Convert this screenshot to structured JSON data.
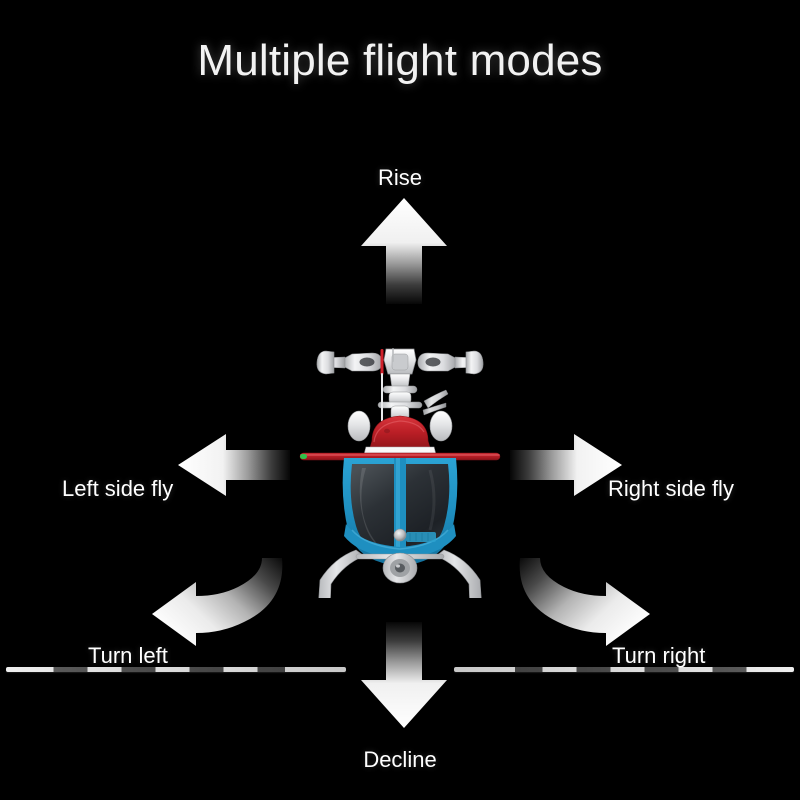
{
  "page": {
    "title": "Multiple flight modes",
    "background_color": "#000000",
    "text_color": "#ffffff"
  },
  "labels": {
    "rise": "Rise",
    "decline": "Decline",
    "left_side_fly": "Left side fly",
    "right_side_fly": "Right side fly",
    "turn_left": "Turn left",
    "turn_right": "Turn right"
  },
  "arrows": [
    {
      "name": "up-arrow",
      "direction": "up",
      "label": "Rise",
      "style": "straight",
      "gradient": "bright-at-head"
    },
    {
      "name": "down-arrow",
      "direction": "down",
      "label": "Decline",
      "style": "straight",
      "gradient": "bright-at-head"
    },
    {
      "name": "left-arrow",
      "direction": "left",
      "label": "Left side fly",
      "style": "straight",
      "gradient": "bright-at-head"
    },
    {
      "name": "right-arrow",
      "direction": "right",
      "label": "Right side fly",
      "style": "straight",
      "gradient": "bright-at-head"
    },
    {
      "name": "curved-left-arrow",
      "direction": "curve-left",
      "label": "Turn left",
      "style": "curved",
      "gradient": "bright-at-head"
    },
    {
      "name": "curved-right-arrow",
      "direction": "curve-right",
      "label": "Turn right",
      "style": "curved",
      "gradient": "bright-at-head"
    }
  ],
  "helicopter": {
    "name": "rc-helicopter",
    "view": "front",
    "colors": {
      "canopy_top": "#e8e8ea",
      "canopy_red": "#c0232a",
      "body_blue": "#1e8fc0",
      "windshield": "#2f3338",
      "rotor_white": "#e2e3e5",
      "stabilizer_red": "#c0232a",
      "skid_white": "#d8d9db",
      "mast_red": "#d0202a"
    },
    "parts": [
      "main-rotor-blade-left",
      "main-rotor-blade-right",
      "rotor-hub",
      "flybar",
      "antenna-mast",
      "canopy",
      "windshield",
      "horizontal-stabilizer",
      "landing-skids",
      "nose-light"
    ]
  }
}
